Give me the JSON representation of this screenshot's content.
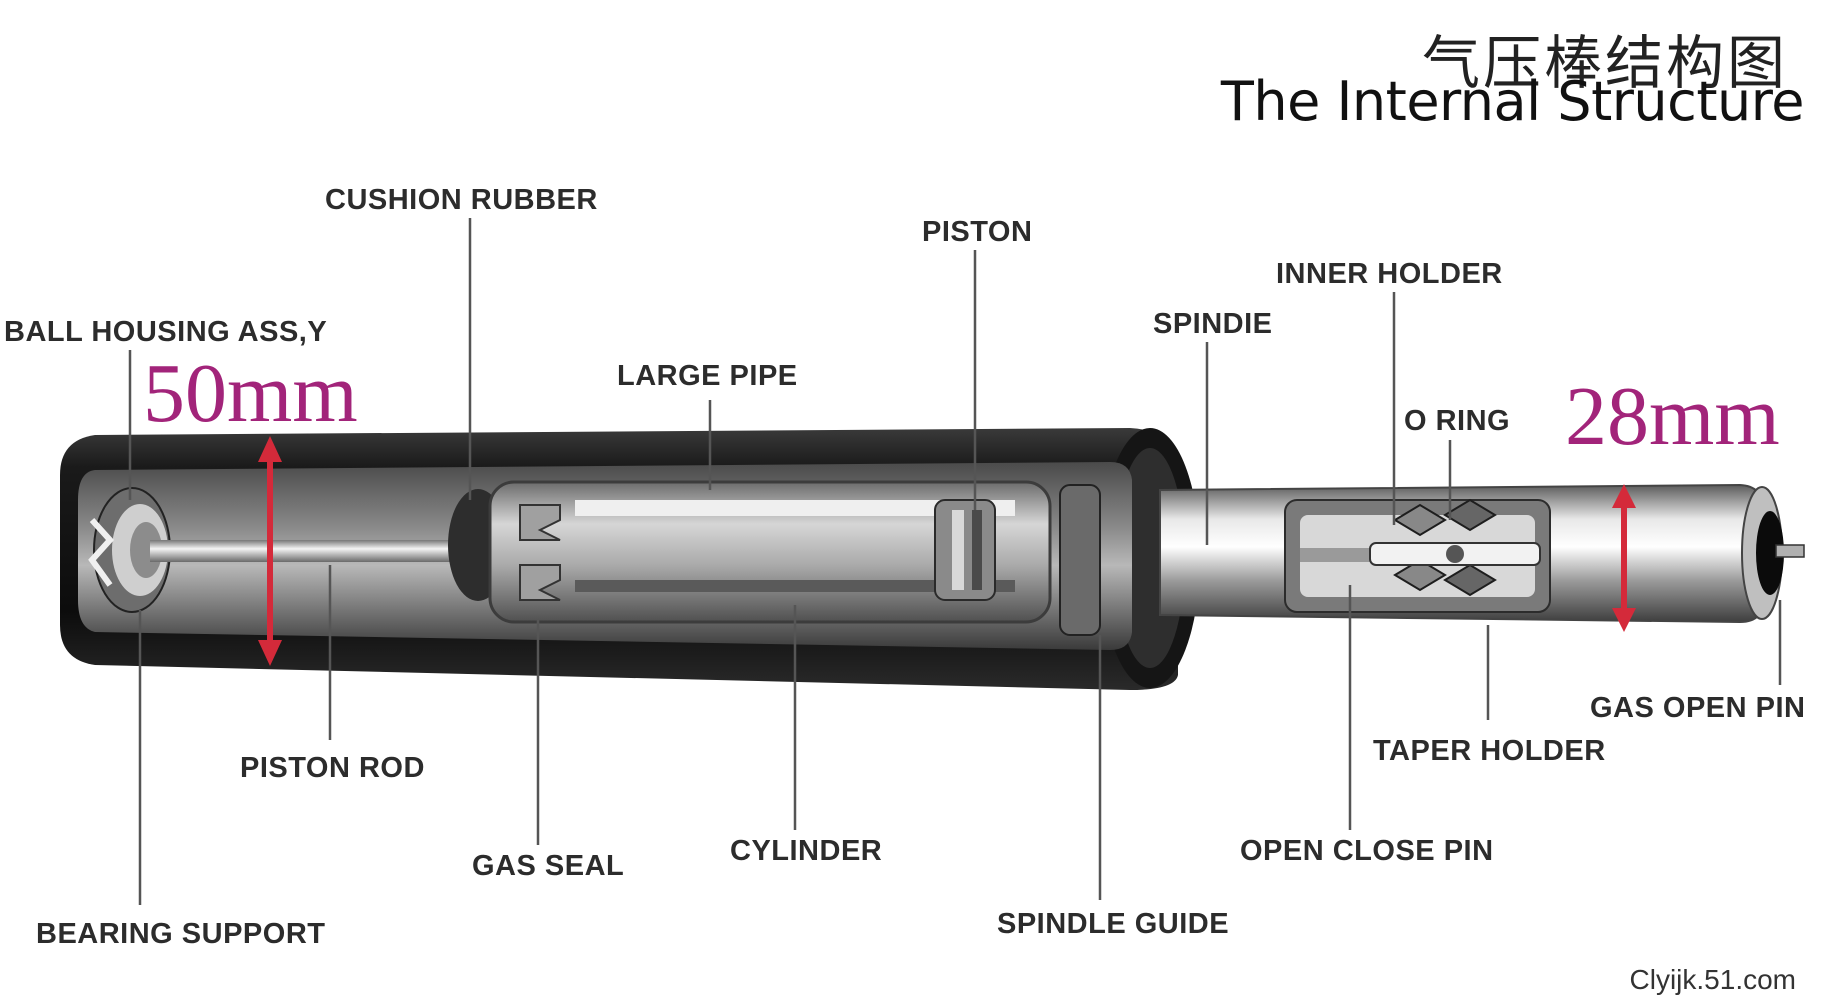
{
  "title": {
    "chinese": "气压棒结构图",
    "english": "The Internal Structure"
  },
  "labels": {
    "cushion_rubber": "CUSHION RUBBER",
    "piston": "PISTON",
    "inner_holder": "INNER HOLDER",
    "ball_housing": "BALL HOUSING ASS,Y",
    "spindie": "SPINDIE",
    "large_pipe": "LARGE PIPE",
    "o_ring": "O RING",
    "gas_open_pin": "GAS OPEN PIN",
    "taper_holder": "TAPER HOLDER",
    "piston_rod": "PISTON ROD",
    "gas_seal": "GAS SEAL",
    "cylinder": "CYLINDER",
    "open_close_pin": "OPEN CLOSE PIN",
    "spindle_guide": "SPINDLE GUIDE",
    "bearing_support": "BEARING SUPPORT"
  },
  "dimensions": {
    "outer_diameter": "50mm",
    "inner_diameter": "28mm"
  },
  "watermark": "Clyijk.51.com",
  "colors": {
    "dimension": "#a2247a",
    "arrow": "#d42a3a",
    "label": "#2c2c2c",
    "leader": "#555555"
  }
}
